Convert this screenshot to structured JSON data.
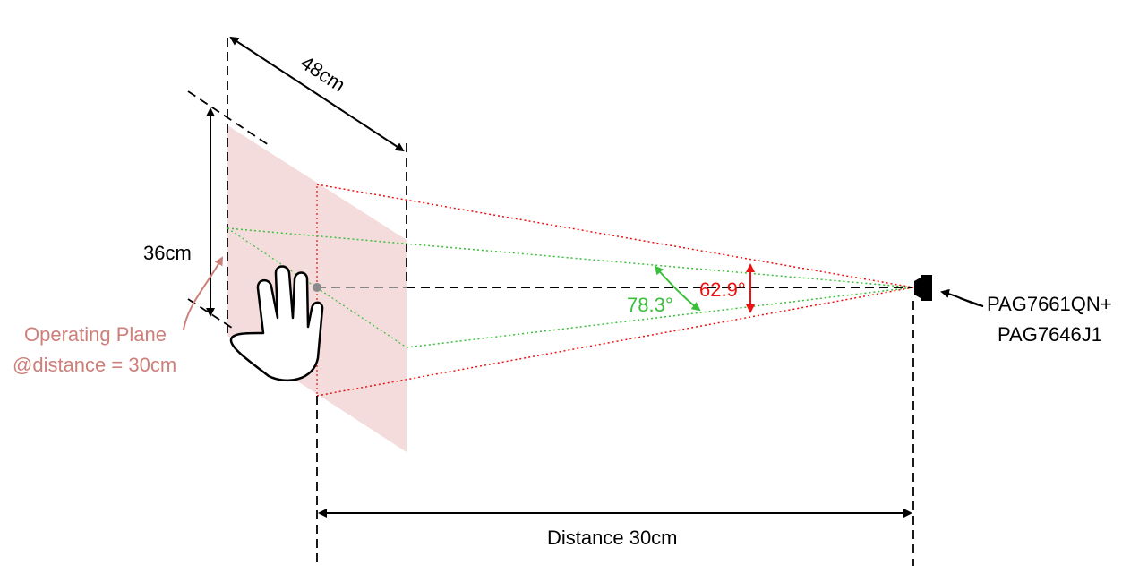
{
  "labels": {
    "width": "48cm",
    "height": "36cm",
    "operating_plane_line1": "Operating Plane",
    "operating_plane_line2": "@distance = 30cm",
    "h_angle": "78.3°",
    "v_angle": "62.9°",
    "sensor_line1": "PAG7661QN+",
    "sensor_line2": "PAG7646J1",
    "distance": "Distance 30cm"
  },
  "colors": {
    "plane_fill": "#f4dcdc",
    "green": "#39c03a",
    "red": "#ee1111",
    "operating_label": "#cd7f7a",
    "line": "#000000"
  },
  "icons": [
    "hand-icon",
    "sensor-icon"
  ]
}
